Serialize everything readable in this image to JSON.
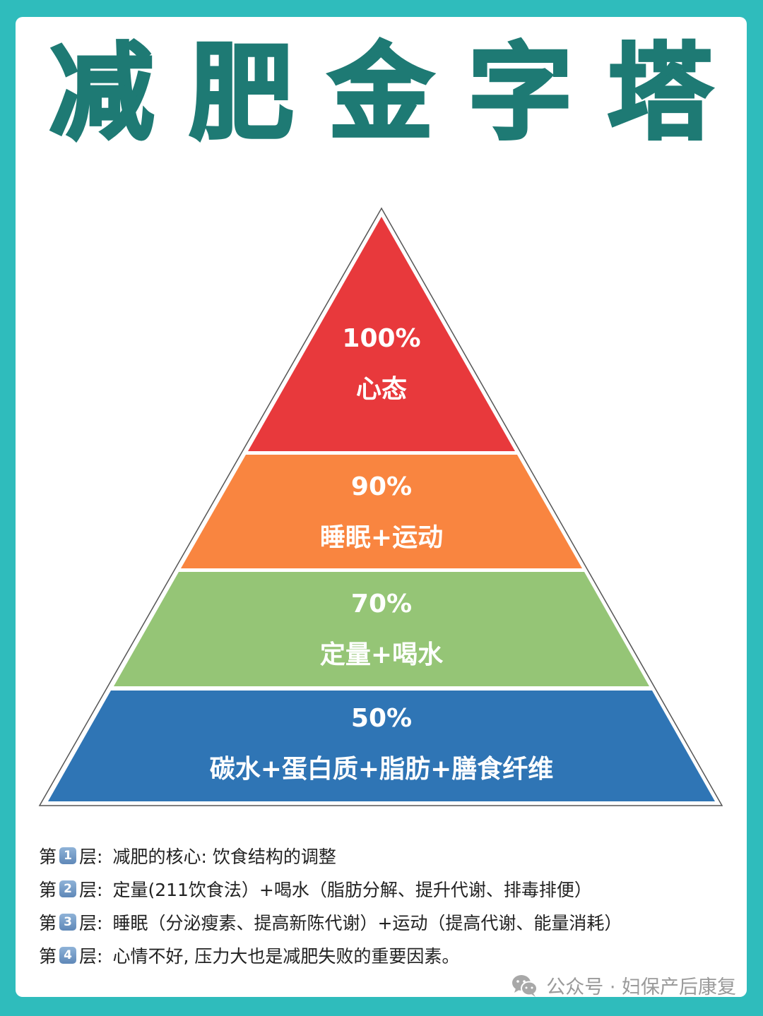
{
  "title": {
    "text": "减肥金字塔",
    "chars": [
      "减",
      "肥",
      "金",
      "字",
      "塔"
    ],
    "color": "#1e7a74"
  },
  "colors": {
    "background": "#2fbcbc",
    "card": "#ffffff",
    "layer1": "#e8393c",
    "layer2": "#f98540",
    "layer3": "#95c576",
    "layer4": "#2f75b5",
    "outline": "#555555"
  },
  "pyramid": {
    "layers": [
      {
        "percent": "100%",
        "label": "心态",
        "color": "#e8393c"
      },
      {
        "percent": "90%",
        "label": "睡眠+运动",
        "color": "#f98540"
      },
      {
        "percent": "70%",
        "label": "定量+喝水",
        "color": "#95c576"
      },
      {
        "percent": "50%",
        "label": "碳水+蛋白质+脂肪+膳食纤维",
        "color": "#2f75b5"
      }
    ]
  },
  "legend": [
    {
      "prefix": "第",
      "number": "1",
      "suffix": "层:",
      "text": "减肥的核心:  饮食结构的调整"
    },
    {
      "prefix": "第",
      "number": "2",
      "suffix": "层:",
      "text": "定量(211饮食法）+喝水（脂肪分解、提升代谢、排毒排便）"
    },
    {
      "prefix": "第",
      "number": "3",
      "suffix": "层:",
      "text": "睡眠（分泌瘦素、提高新陈代谢）+运动（提高代谢、能量消耗）"
    },
    {
      "prefix": "第",
      "number": "4",
      "suffix": "层:",
      "text": "心情不好, 压力大也是减肥失败的重要因素。"
    }
  ],
  "footer": {
    "icon": "wechat-icon",
    "text": "公众号 · 妇保产后康复"
  }
}
